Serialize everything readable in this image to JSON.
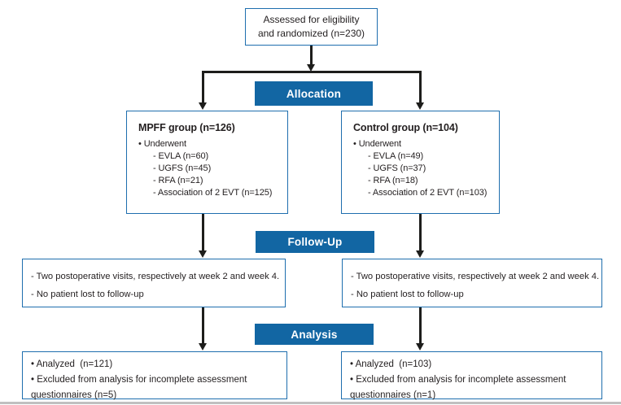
{
  "colors": {
    "banner-bg": "#1266a3",
    "box-border": "#1e6eae",
    "text": "#231f20",
    "arrow": "#1d1d1b",
    "rule": "#c0c0c0"
  },
  "top_box": {
    "line1": "Assessed for eligibility",
    "line2": "and randomized (n=230)"
  },
  "banners": {
    "allocation": "Allocation",
    "follow_up": "Follow-Up",
    "analysis": "Analysis"
  },
  "allocation": {
    "left": {
      "title": "MPFF group (n=126)",
      "bullet": "• Underwent",
      "items": [
        "- EVLA (n=60)",
        "- UGFS (n=45)",
        "- RFA (n=21)",
        "- Association of 2 EVT (n=125)"
      ]
    },
    "right": {
      "title": "Control group (n=104)",
      "bullet": "• Underwent",
      "items": [
        "- EVLA (n=49)",
        "- UGFS (n=37)",
        "- RFA (n=18)",
        "- Association of 2 EVT (n=103)"
      ]
    }
  },
  "follow_up": {
    "left": {
      "line1": "- Two postoperative visits, respectively at week 2 and week 4.",
      "line2": "- No patient lost to follow-up"
    },
    "right": {
      "line1": "- Two postoperative visits, respectively at week 2 and week 4.",
      "line2": "- No patient lost to follow-up"
    }
  },
  "analysis": {
    "left": {
      "line1": "• Analyzed  (n=121)",
      "line2": "• Excluded from analysis for incomplete assessment questionnaires (n=5)"
    },
    "right": {
      "line1": "• Analyzed  (n=103)",
      "line2": "• Excluded from analysis for incomplete assessment questionnaires (n=1)"
    }
  }
}
